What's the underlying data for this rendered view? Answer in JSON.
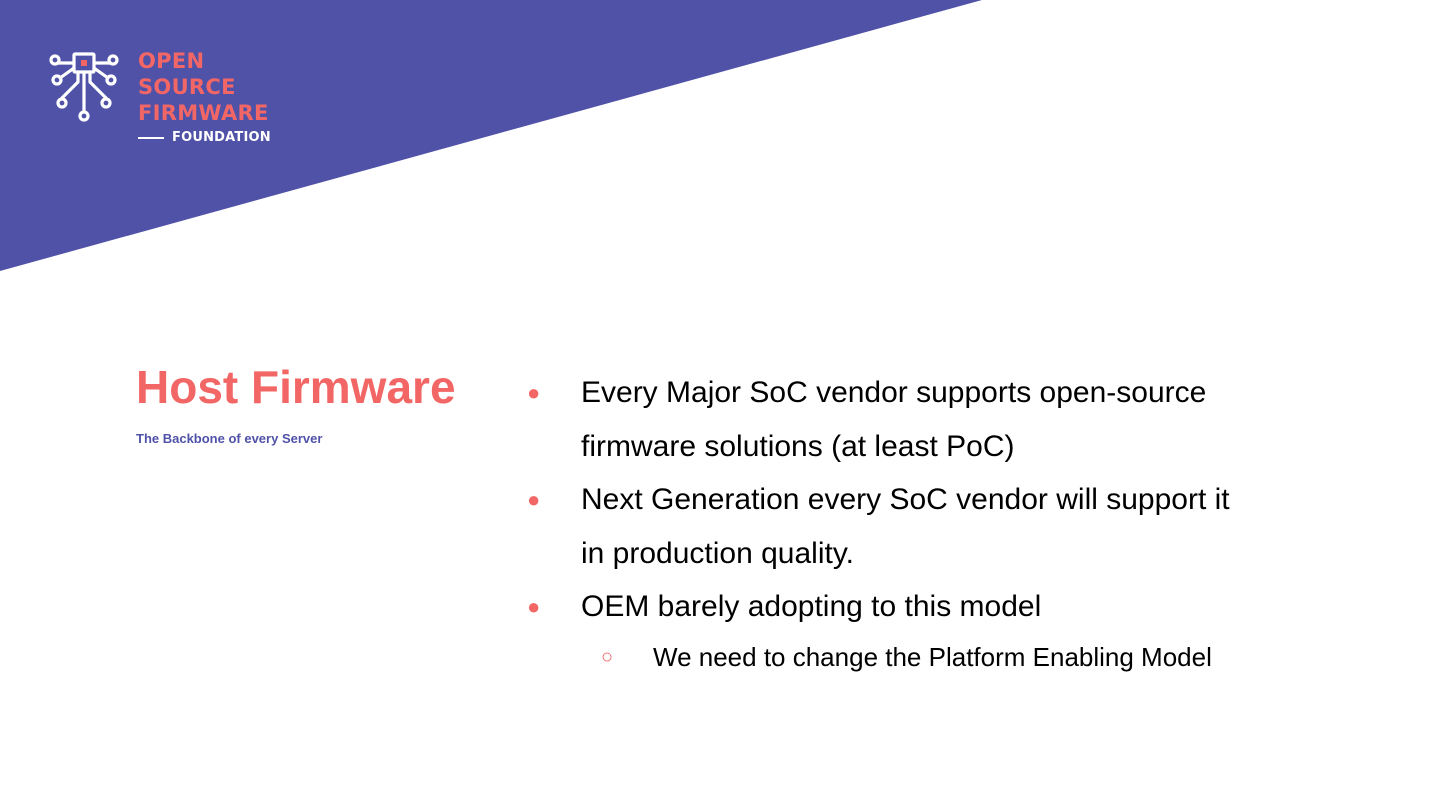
{
  "colors": {
    "banner": "#5052a8",
    "accent": "#f26666",
    "text": "#000000",
    "background": "#ffffff"
  },
  "logo": {
    "icon": "circuit-chip-icon",
    "lines": [
      "OPEN",
      "SOURCE",
      "FIRMWARE"
    ],
    "foundation": "FOUNDATION"
  },
  "title": "Host Firmware",
  "subtitle": "The Backbone of every Server",
  "bullets": [
    {
      "marker": "●",
      "text": "Every Major SoC vendor supports open-source firmware solutions (at least PoC)"
    },
    {
      "marker": "●",
      "text": "Next Generation every SoC vendor will support it in production quality."
    },
    {
      "marker": "●",
      "text": "OEM barely adopting to this model",
      "sub": [
        {
          "marker": "○",
          "text": "We need to change the Platform Enabling Model"
        }
      ]
    }
  ]
}
